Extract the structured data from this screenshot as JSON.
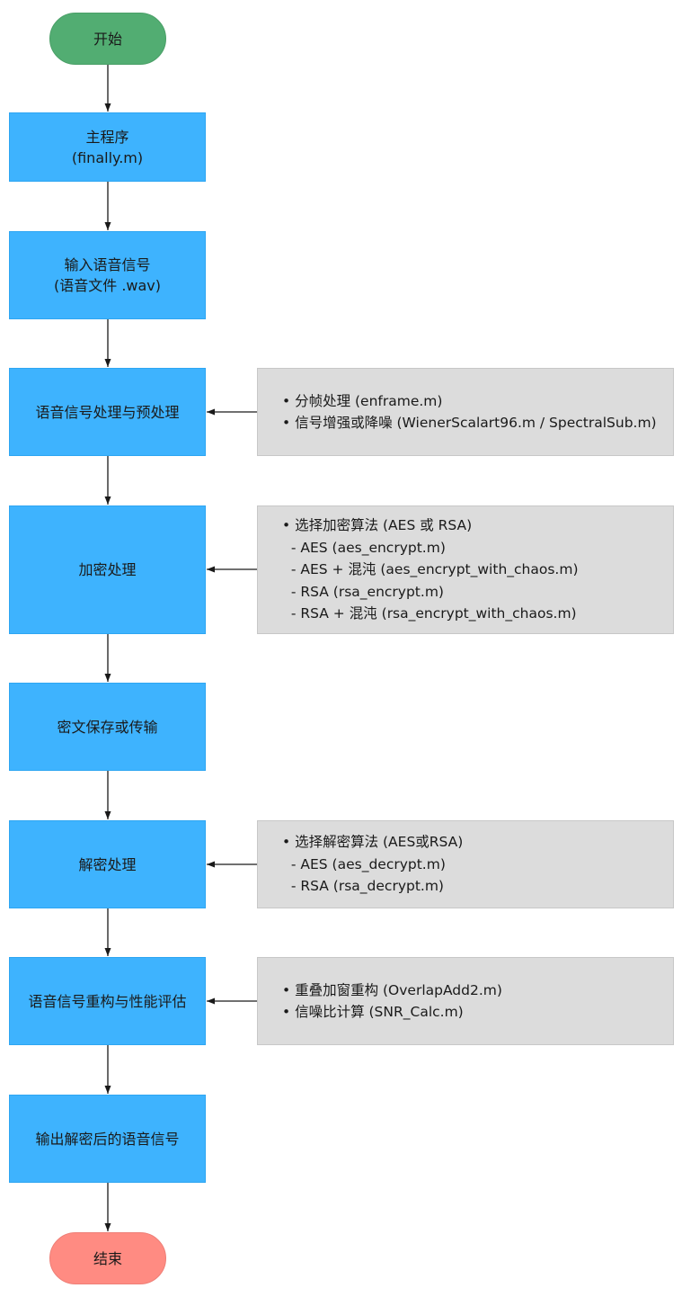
{
  "flowchart": {
    "start": "开始",
    "end": "结束",
    "steps": [
      {
        "line1": "主程序",
        "line2": "(finally.m)"
      },
      {
        "line1": "输入语音信号",
        "line2": "(语音文件 .wav)"
      },
      {
        "line1": "语音信号处理与预处理"
      },
      {
        "line1": "加密处理"
      },
      {
        "line1": "密文保存或传输"
      },
      {
        "line1": "解密处理"
      },
      {
        "line1": "语音信号重构与性能评估"
      },
      {
        "line1": "输出解密后的语音信号"
      }
    ],
    "notes": {
      "preprocess": [
        "• 分帧处理 (enframe.m)",
        "• 信号增强或降噪 (WienerScalart96.m / SpectralSub.m)"
      ],
      "encrypt": [
        "• 选择加密算法 (AES 或 RSA)",
        "  - AES (aes_encrypt.m)",
        "  - AES + 混沌 (aes_encrypt_with_chaos.m)",
        "  - RSA (rsa_encrypt.m)",
        "  - RSA + 混沌 (rsa_encrypt_with_chaos.m)"
      ],
      "decrypt": [
        "• 选择解密算法 (AES或RSA)",
        "  - AES (aes_decrypt.m)",
        "  - RSA (rsa_decrypt.m)"
      ],
      "reconstruct": [
        "• 重叠加窗重构 (OverlapAdd2.m)",
        "• 信噪比计算 (SNR_Calc.m)"
      ]
    }
  },
  "colors": {
    "start": "#52ad72",
    "end": "#ff8b82",
    "process": "#3eb3fe",
    "note": "#dcdcdc",
    "arrow": "#1a1a1a"
  }
}
